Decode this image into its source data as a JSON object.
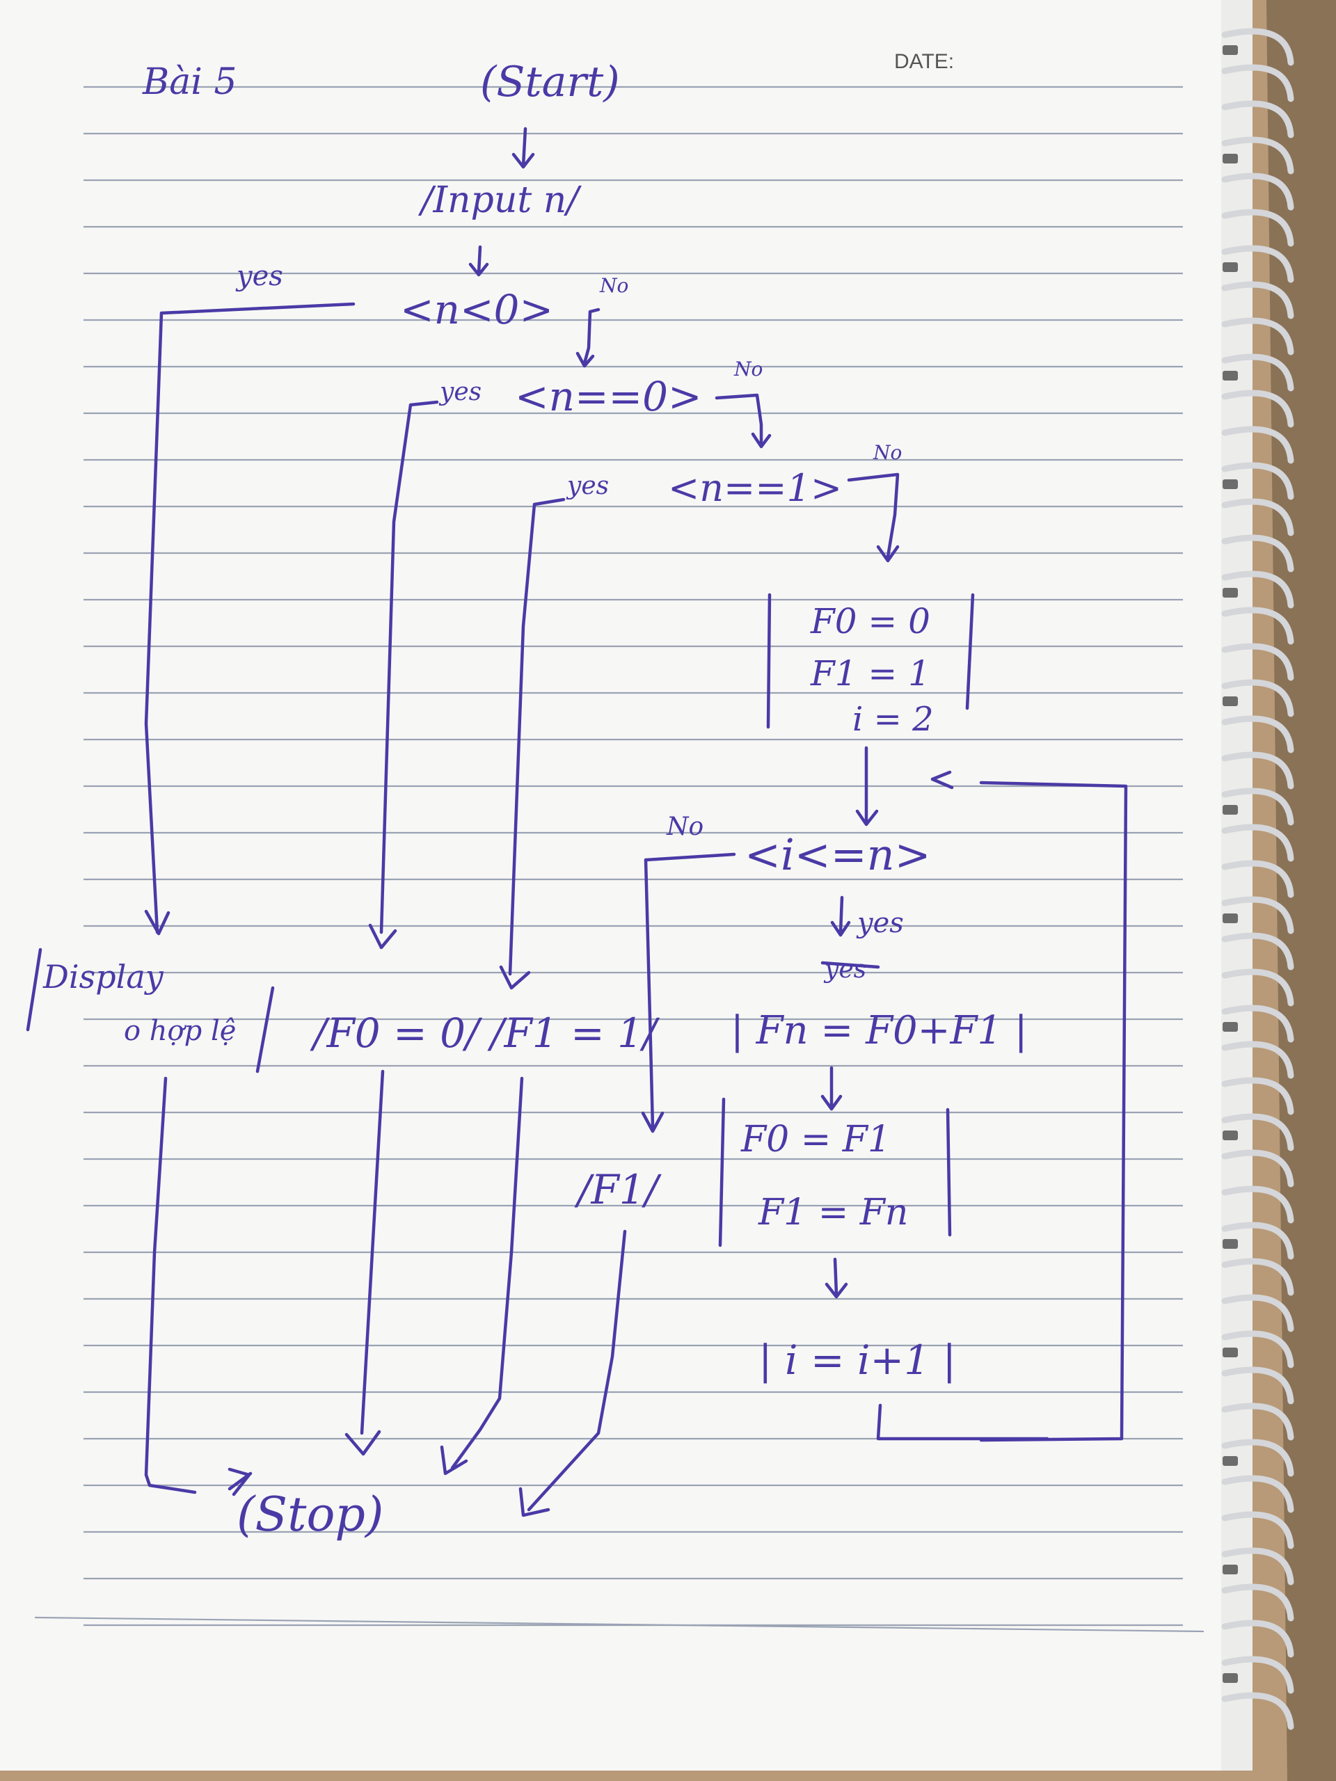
{
  "page": {
    "title": "Bài 5",
    "date_label": "DATE:",
    "ink_color": "#4a3aa6",
    "paper_color": "#f7f7f5",
    "line_color": "#9aa3b4"
  },
  "flowchart": {
    "start": "(Start)",
    "input": "/Input n/",
    "dec_n_lt_0": "<n<0>",
    "dec_n_eq_0": "<n==0>",
    "dec_n_eq_1": "<n==1>",
    "dec_loop": "<i<=n>",
    "init_lines": [
      "F0 = 0",
      "F1 = 1",
      "i = 2"
    ],
    "compute": "| Fn = F0+F1 |",
    "update_lines": [
      "F0 = F1",
      "F1 = Fn"
    ],
    "increment": "| i = i+1 |",
    "out_invalid_1": "Display",
    "out_invalid_2": "o hợp lệ",
    "out_f0": "/F0 = 0/",
    "out_f1": "/F1 = 1/",
    "out_result": "/F1/",
    "stop": "(Stop)"
  },
  "labels": {
    "yes": "yes",
    "yes_short": "yes",
    "no": "No",
    "struck_yes": "yes"
  }
}
